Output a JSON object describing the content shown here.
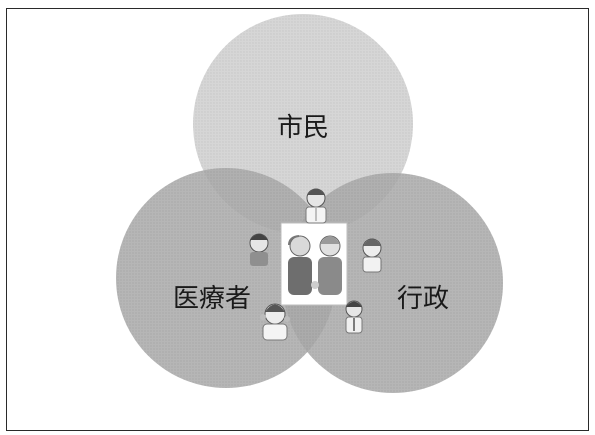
{
  "venn": {
    "top": "市民",
    "left": "医療者",
    "right": "行政"
  },
  "colors": {
    "circle_top": "#d6d6d6",
    "circle_left": "#a9a9a9",
    "circle_right": "#a9a9a9",
    "border": "#2a2a2a"
  },
  "icons": {
    "center": "elderly-couple-icon",
    "people": [
      "doctor-icon",
      "caregiver-man-icon",
      "nurse-woman-icon",
      "pharmacist-icon",
      "staff-man-icon"
    ]
  }
}
